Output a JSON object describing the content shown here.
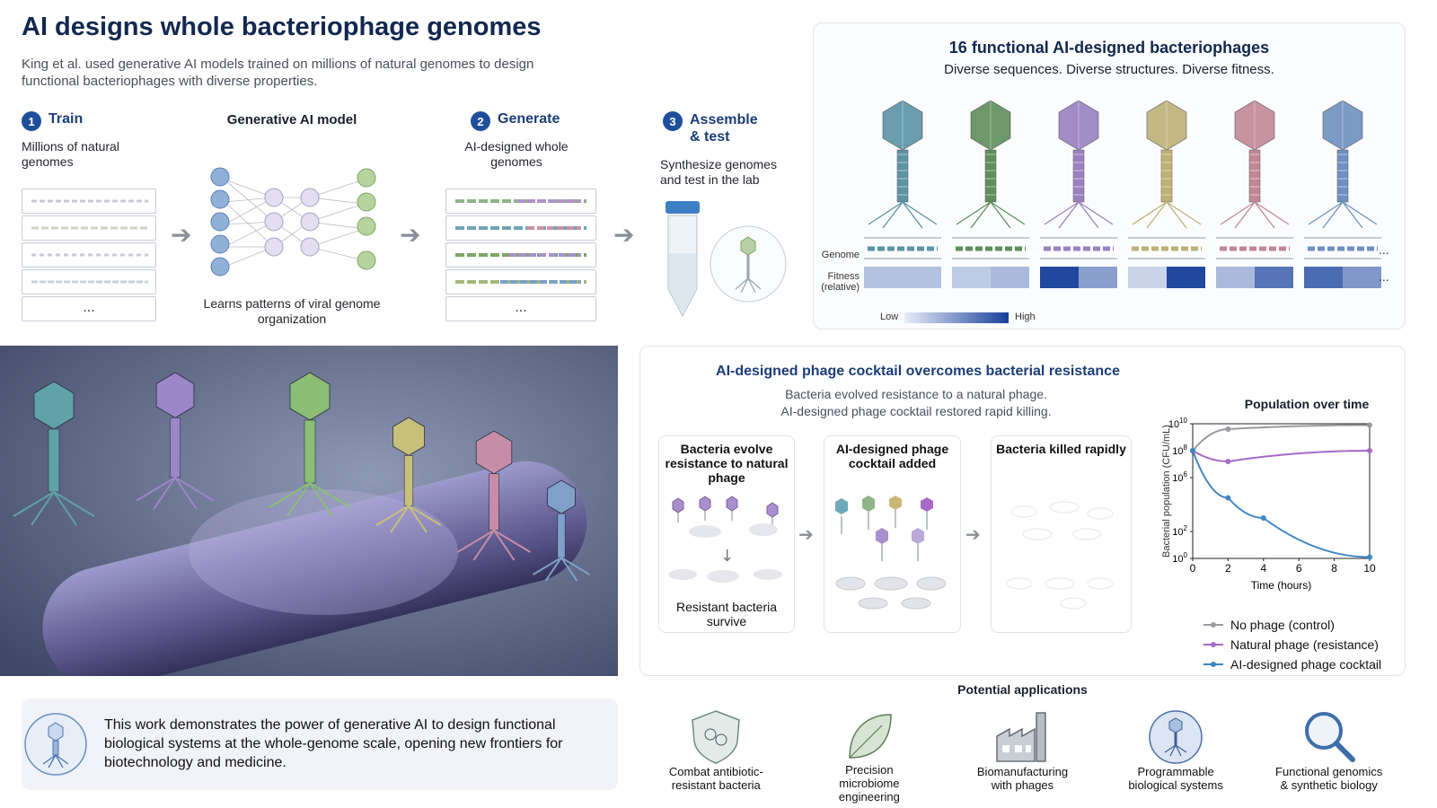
{
  "header": {
    "title": "AI designs whole bacteriophage genomes",
    "subtitle": "King et al. used generative AI models trained on millions of natural genomes to design functional bacteriophages with diverse properties."
  },
  "pipeline": {
    "train": {
      "num": "1",
      "label": "Train",
      "desc": "Millions of natural genomes"
    },
    "model": {
      "label": "Generative AI model",
      "desc": "Learns patterns of viral genome organization"
    },
    "generate": {
      "num": "2",
      "label": "Generate",
      "desc": "AI-designed whole genomes"
    },
    "assemble": {
      "num": "3",
      "label": "Assemble & test",
      "desc": "Synthesize genomes and test in the lab"
    },
    "ellipsis": "..."
  },
  "phages_panel": {
    "title": "16 functional AI-designed bacteriophages",
    "subtitle": "Diverse sequences. Diverse structures. Diverse fitness.",
    "genome_label": "Genome",
    "fitness_label": "Fitness (relative)",
    "scale_low": "Low",
    "scale_high": "High",
    "more": "...",
    "phage_colors": [
      "#5b93a8",
      "#5e8f5a",
      "#9a82c0",
      "#bdb177",
      "#c28797",
      "#6f90c1"
    ],
    "fitness": [
      [
        0.25,
        0.25
      ],
      [
        0.2,
        0.3
      ],
      [
        0.95,
        0.45
      ],
      [
        0.15,
        0.95
      ],
      [
        0.3,
        0.7
      ],
      [
        0.75,
        0.5
      ]
    ]
  },
  "cocktail_panel": {
    "title": "AI-designed phage cocktail overcomes bacterial resistance",
    "subtitle_1": "Bacteria evolved resistance to a natural phage.",
    "subtitle_2": "AI-designed phage cocktail restored rapid killing.",
    "step1_title": "Bacteria evolve resistance to natural phage",
    "step1_foot": "Resistant bacteria survive",
    "step2_title": "AI-designed phage cocktail added",
    "step3_title": "Bacteria killed rapidly"
  },
  "chart_data": {
    "type": "line",
    "title": "Population over time",
    "xlabel": "Time (hours)",
    "ylabel": "Bacterial population (CFU/mL)",
    "x_ticks": [
      "0",
      "2",
      "4",
      "6",
      "8",
      "10"
    ],
    "y_ticks": [
      "10^0",
      "10^2",
      "10^6",
      "10^8",
      "10^10"
    ],
    "xlim": [
      0,
      10
    ],
    "series": [
      {
        "name": "No phage (control)",
        "color": "#9a9aa0",
        "x": [
          0,
          2,
          10
        ],
        "y": [
          8,
          9.6,
          9.9
        ]
      },
      {
        "name": "Natural phage (resistance)",
        "color": "#a56bc6",
        "x": [
          0,
          2,
          10
        ],
        "y": [
          8,
          7.2,
          8
        ]
      },
      {
        "name": "AI-designed phage cocktail",
        "color": "#3f86c4",
        "x": [
          0,
          2,
          4,
          10
        ],
        "y": [
          8,
          4.5,
          3,
          0.1
        ]
      }
    ]
  },
  "applications": {
    "title": "Potential applications",
    "items": [
      {
        "label_1": "Combat antibiotic-",
        "label_2": "resistant bacteria",
        "label_3": "",
        "icon": "shield-icon"
      },
      {
        "label_1": "Precision",
        "label_2": "microbiome",
        "label_3": "engineering",
        "icon": "leaf-icon"
      },
      {
        "label_1": "Biomanufacturing",
        "label_2": "with phages",
        "label_3": "",
        "icon": "factory-icon"
      },
      {
        "label_1": "Programmable",
        "label_2": "biological systems",
        "label_3": "",
        "icon": "phage-circle-icon"
      },
      {
        "label_1": "Functional genomics",
        "label_2": "& synthetic biology",
        "label_3": "",
        "icon": "magnifier-icon"
      }
    ]
  },
  "conclusion": {
    "text": "This work demonstrates the power of generative AI to design functional biological systems at the whole-genome scale, opening new frontiers for biotechnology and medicine."
  }
}
